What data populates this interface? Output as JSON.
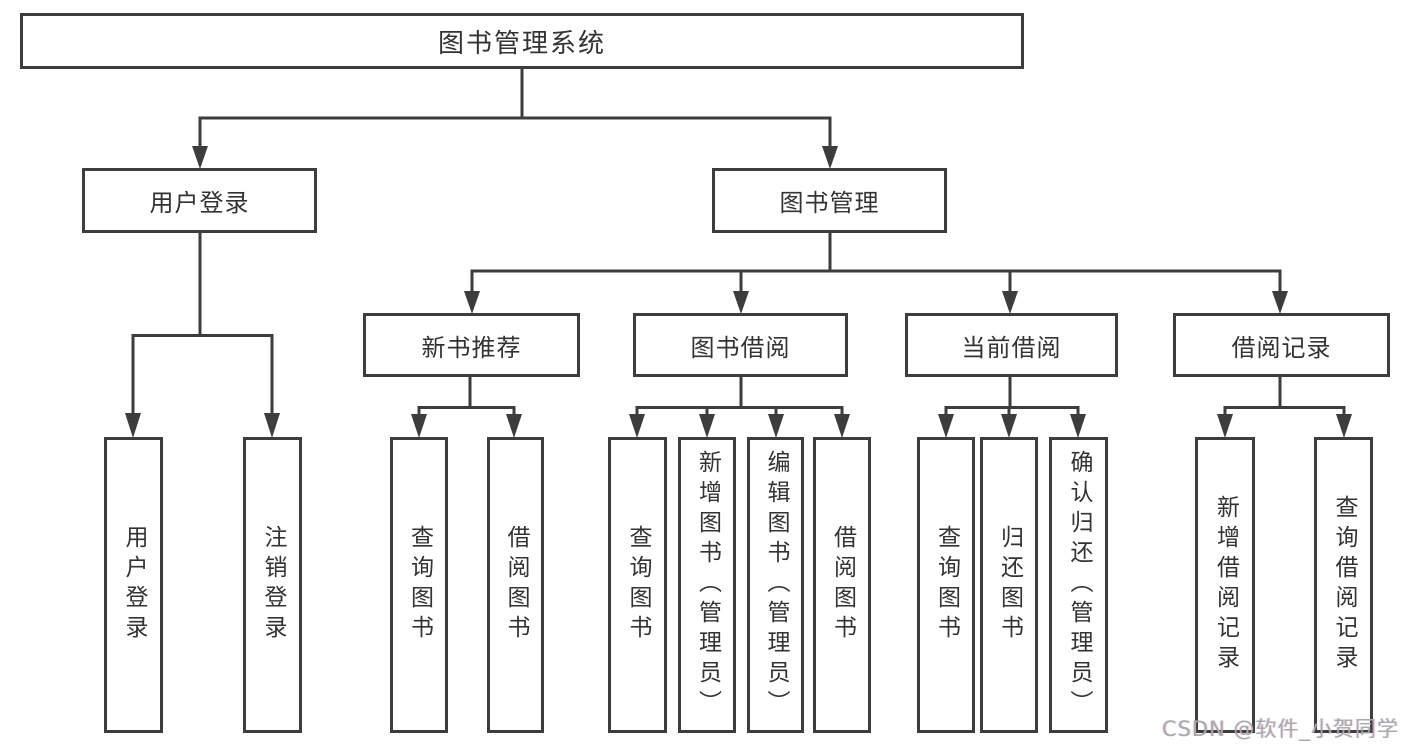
{
  "colors": {
    "line": "#3d3d3d",
    "box_border": "#3d3d3d",
    "text": "#333333",
    "background": "#ffffff",
    "watermark": "#a9a9a9"
  },
  "watermark": "CSDN @软件_小贺同学",
  "nodes": {
    "root": "图书管理系统",
    "user_login": "用户登录",
    "book_mgmt": "图书管理",
    "new_book_rec": "新书推荐",
    "book_borrow": "图书借阅",
    "current_borrow": "当前借阅",
    "borrow_record": "借阅记录",
    "leaf_user_login": "用户登录",
    "leaf_logout": "注销登录",
    "leaf_query_book_rec": "查询图书",
    "leaf_borrow_book_rec": "借阅图书",
    "leaf_query_book_borrow": "查询图书",
    "leaf_add_book_admin": "新增图书（管理员）",
    "leaf_edit_book_admin": "编辑图书（管理员）",
    "leaf_borrow_book_borrow": "借阅图书",
    "leaf_query_book_current": "查询图书",
    "leaf_return_book": "归还图书",
    "leaf_confirm_return_admin": "确认归还（管理员）",
    "leaf_add_borrow_record": "新增借阅记录",
    "leaf_query_borrow_record": "查询借阅记录"
  },
  "edges": [
    [
      "root",
      "user_login"
    ],
    [
      "root",
      "book_mgmt"
    ],
    [
      "user_login",
      "leaf_user_login"
    ],
    [
      "user_login",
      "leaf_logout"
    ],
    [
      "book_mgmt",
      "new_book_rec"
    ],
    [
      "book_mgmt",
      "book_borrow"
    ],
    [
      "book_mgmt",
      "current_borrow"
    ],
    [
      "book_mgmt",
      "borrow_record"
    ],
    [
      "new_book_rec",
      "leaf_query_book_rec"
    ],
    [
      "new_book_rec",
      "leaf_borrow_book_rec"
    ],
    [
      "book_borrow",
      "leaf_query_book_borrow"
    ],
    [
      "book_borrow",
      "leaf_add_book_admin"
    ],
    [
      "book_borrow",
      "leaf_edit_book_admin"
    ],
    [
      "book_borrow",
      "leaf_borrow_book_borrow"
    ],
    [
      "current_borrow",
      "leaf_query_book_current"
    ],
    [
      "current_borrow",
      "leaf_return_book"
    ],
    [
      "current_borrow",
      "leaf_confirm_return_admin"
    ],
    [
      "borrow_record",
      "leaf_add_borrow_record"
    ],
    [
      "borrow_record",
      "leaf_query_borrow_record"
    ]
  ]
}
